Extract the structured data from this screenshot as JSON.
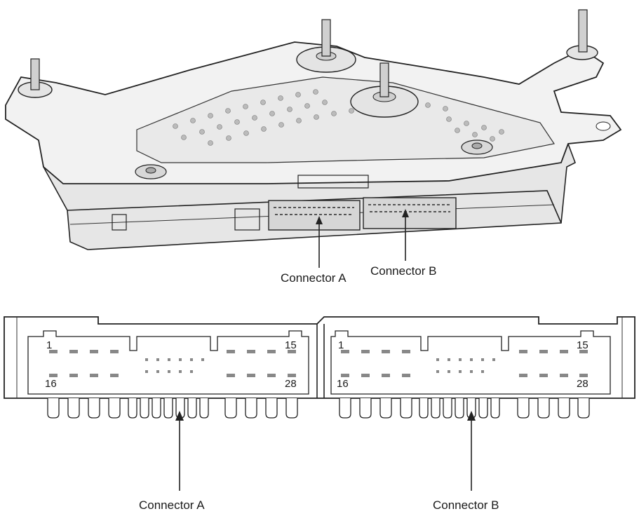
{
  "top_view": {
    "label_connector_a": "Connector A",
    "label_connector_b": "Connector B"
  },
  "bottom_view": {
    "label_connector_a": "Connector A",
    "label_connector_b": "Connector B",
    "connector_a_pins": {
      "top_left": "1",
      "top_right": "15",
      "bottom_left": "16",
      "bottom_right": "28"
    },
    "connector_b_pins": {
      "top_left": "1",
      "top_right": "15",
      "bottom_left": "16",
      "bottom_right": "28"
    }
  }
}
